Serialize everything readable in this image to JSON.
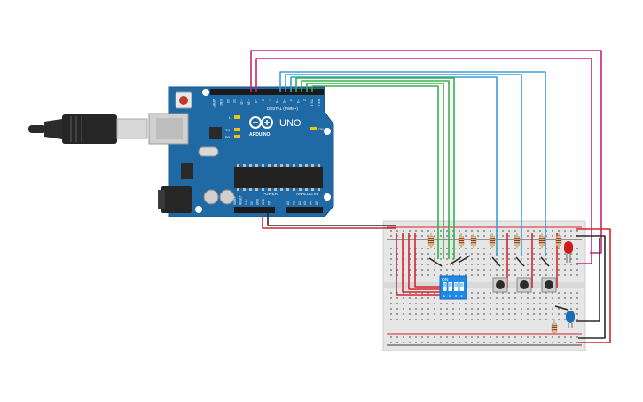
{
  "board": {
    "model": "UNO",
    "brand": "ARDUINO",
    "digital_header": "DIGITAL (PWM~)",
    "power_header": "POWER",
    "analog_header": "ANALOG IN",
    "led_l": "L",
    "led_tx": "TX",
    "led_rx": "RX",
    "led_on": "ON",
    "digital_pins": [
      "AREF",
      "GND",
      "13",
      "12",
      "~11",
      "~10",
      "~9",
      "8",
      "7",
      "~6",
      "~5",
      "4",
      "~3",
      "2",
      "TX 1",
      "RX 0"
    ],
    "power_pins": [
      "IOREF",
      "RESET",
      "3.3V",
      "5V",
      "GND",
      "GND",
      "VIN"
    ],
    "analog_pins": [
      "A0",
      "A1",
      "A2",
      "A3",
      "A4",
      "A5"
    ]
  },
  "dip_switch": {
    "label": "ON",
    "positions": [
      "1",
      "2",
      "3",
      "4"
    ]
  },
  "colors": {
    "board": "#1f6aa5",
    "board_dark": "#17527f",
    "wire_red": "#d4262d",
    "wire_black": "#2a2a2a",
    "wire_green": "#36b04a",
    "wire_blue": "#3a9fd6",
    "wire_magenta": "#c2267f",
    "breadboard": "#e6e6e6",
    "led_red": "#d11a1a",
    "led_blue": "#1b6fb5",
    "dip_blue": "#1e88e5"
  }
}
